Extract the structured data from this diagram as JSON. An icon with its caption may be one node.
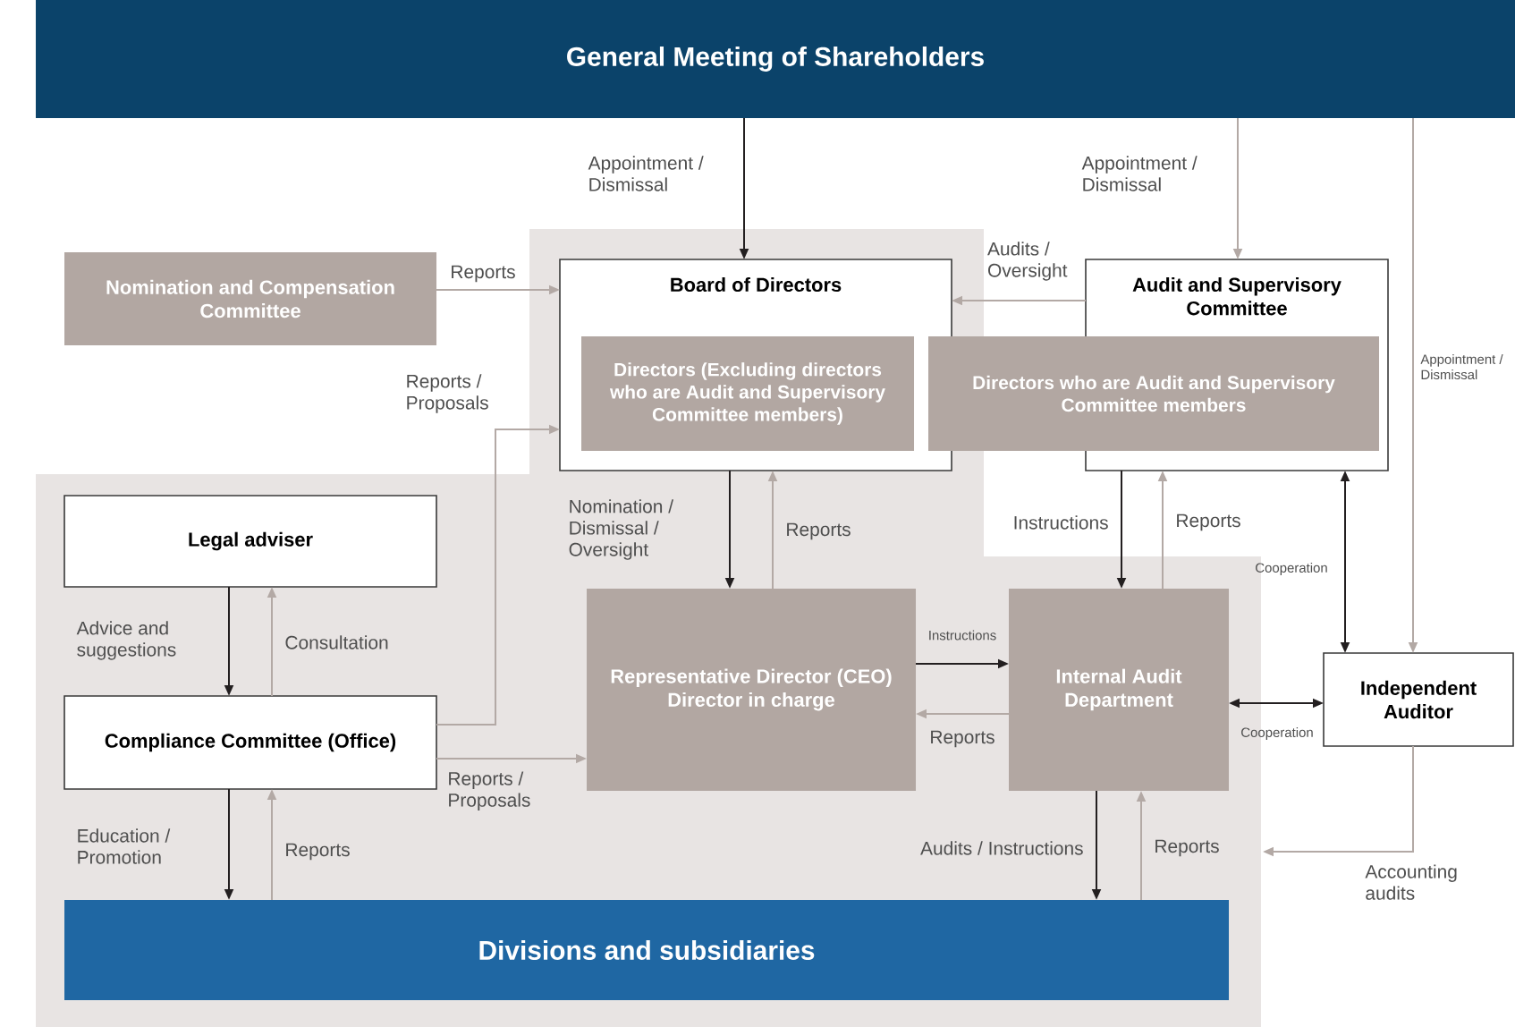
{
  "diagram": {
    "nodes": [
      {
        "text": [
          "General Meeting of Shareholders"
        ]
      },
      {
        "text": [
          "Nomination and Compensation Committee"
        ]
      },
      {
        "text": [
          "Board of Directors"
        ]
      },
      {
        "text": [
          "Directors (Excluding directors who are Audit and Supervisory Committee members)"
        ],
        "in": 2
      },
      {
        "text": [
          "Audit and Supervisory Committee"
        ]
      },
      {
        "text": [
          "Directors who are Audit and Supervisory Committee members"
        ]
      },
      {
        "text": [
          "Legal adviser"
        ]
      },
      {
        "text": [
          "Compliance Committee (Office)"
        ]
      },
      {
        "text": [
          "Representative Director (CEO)",
          "Director in charge"
        ]
      },
      {
        "text": [
          "Internal Audit Department"
        ]
      },
      {
        "text": [
          "Independent Auditor"
        ]
      },
      {
        "text": [
          "Divisions and subsidiaries"
        ]
      }
    ],
    "edges": [
      {
        "from": 0,
        "to": 2,
        "arrow": "to",
        "label": "Appointment / Dismissal",
        "color": "#231f20"
      },
      {
        "from": 0,
        "to": 4,
        "arrow": "to",
        "label": "Appointment / Dismissal"
      },
      {
        "from": 0,
        "to": 10,
        "arrow": "to",
        "label": "Appointment / Dismissal"
      },
      {
        "from": 1,
        "to": 2,
        "arrow": "to",
        "label": "Reports"
      },
      {
        "from": 4,
        "to": 2,
        "arrow": "to",
        "label": "Audits / Oversight"
      },
      {
        "from": 7,
        "to": 2,
        "arrow": "to",
        "label": "Reports / Proposals"
      },
      {
        "from": 2,
        "to": 8,
        "arrow": "to",
        "label": "Nomination / Dismissal / Oversight",
        "color": "#231f20"
      },
      {
        "from": 8,
        "to": 2,
        "arrow": "to",
        "label": "Reports"
      },
      {
        "from": 4,
        "to": 9,
        "arrow": "to",
        "label": "Instructions",
        "color": "#231f20"
      },
      {
        "from": 9,
        "to": 4,
        "arrow": "to",
        "label": "Reports"
      },
      {
        "from": 4,
        "to": 10,
        "arrow": "both",
        "label": "Cooperation",
        "color": "#231f20"
      },
      {
        "from": 6,
        "to": 7,
        "arrow": "to",
        "label": "Advice and suggestions",
        "color": "#231f20"
      },
      {
        "from": 7,
        "to": 6,
        "arrow": "to",
        "label": "Consultation"
      },
      {
        "from": 7,
        "to": 8,
        "arrow": "to",
        "label": "Reports / Proposals"
      },
      {
        "from": 8,
        "to": 9,
        "arrow": "to",
        "label": "Instructions",
        "color": "#231f20"
      },
      {
        "from": 9,
        "to": 8,
        "arrow": "to",
        "label": "Reports"
      },
      {
        "from": 9,
        "to": 10,
        "arrow": "both",
        "label": "Cooperation",
        "color": "#231f20"
      },
      {
        "from": 7,
        "to": 11,
        "arrow": "to",
        "label": "Education / Promotion",
        "color": "#231f20"
      },
      {
        "from": 11,
        "to": 7,
        "arrow": "to",
        "label": "Reports"
      },
      {
        "from": 9,
        "to": 11,
        "arrow": "to",
        "label": "Audits / Instructions",
        "color": "#231f20"
      },
      {
        "from": 11,
        "to": 9,
        "arrow": "to",
        "label": "Reports"
      },
      {
        "from": 10,
        "to": null,
        "arrow": "to",
        "label": "Accounting audits"
      }
    ]
  }
}
